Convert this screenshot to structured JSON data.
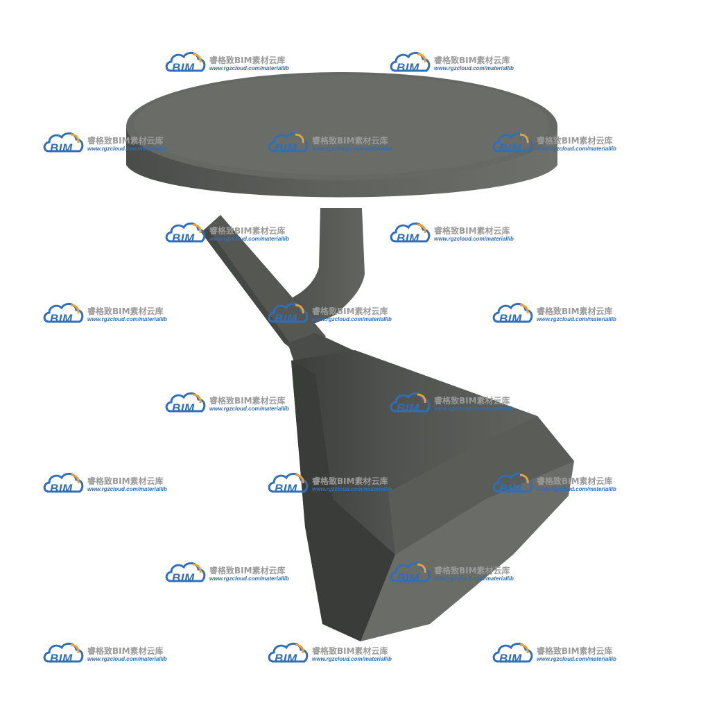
{
  "watermark": {
    "logo_text": "BIM",
    "brand_text": "睿格致BIM素材云库",
    "url_text": "www.rgzcloud.com/materiallib",
    "colors": {
      "logo_blue": "#2d6fb8",
      "logo_orange": "#f0a030",
      "brand_gray": "#9a9a9a"
    },
    "icon": "cloud-icon"
  },
  "object": {
    "description_icon": "ceiling-spotlight-icon",
    "colors": {
      "body": "#5c5e5a",
      "top": "#6d6f6b",
      "shadow": "#3e403d",
      "highlight": "#858781"
    }
  }
}
